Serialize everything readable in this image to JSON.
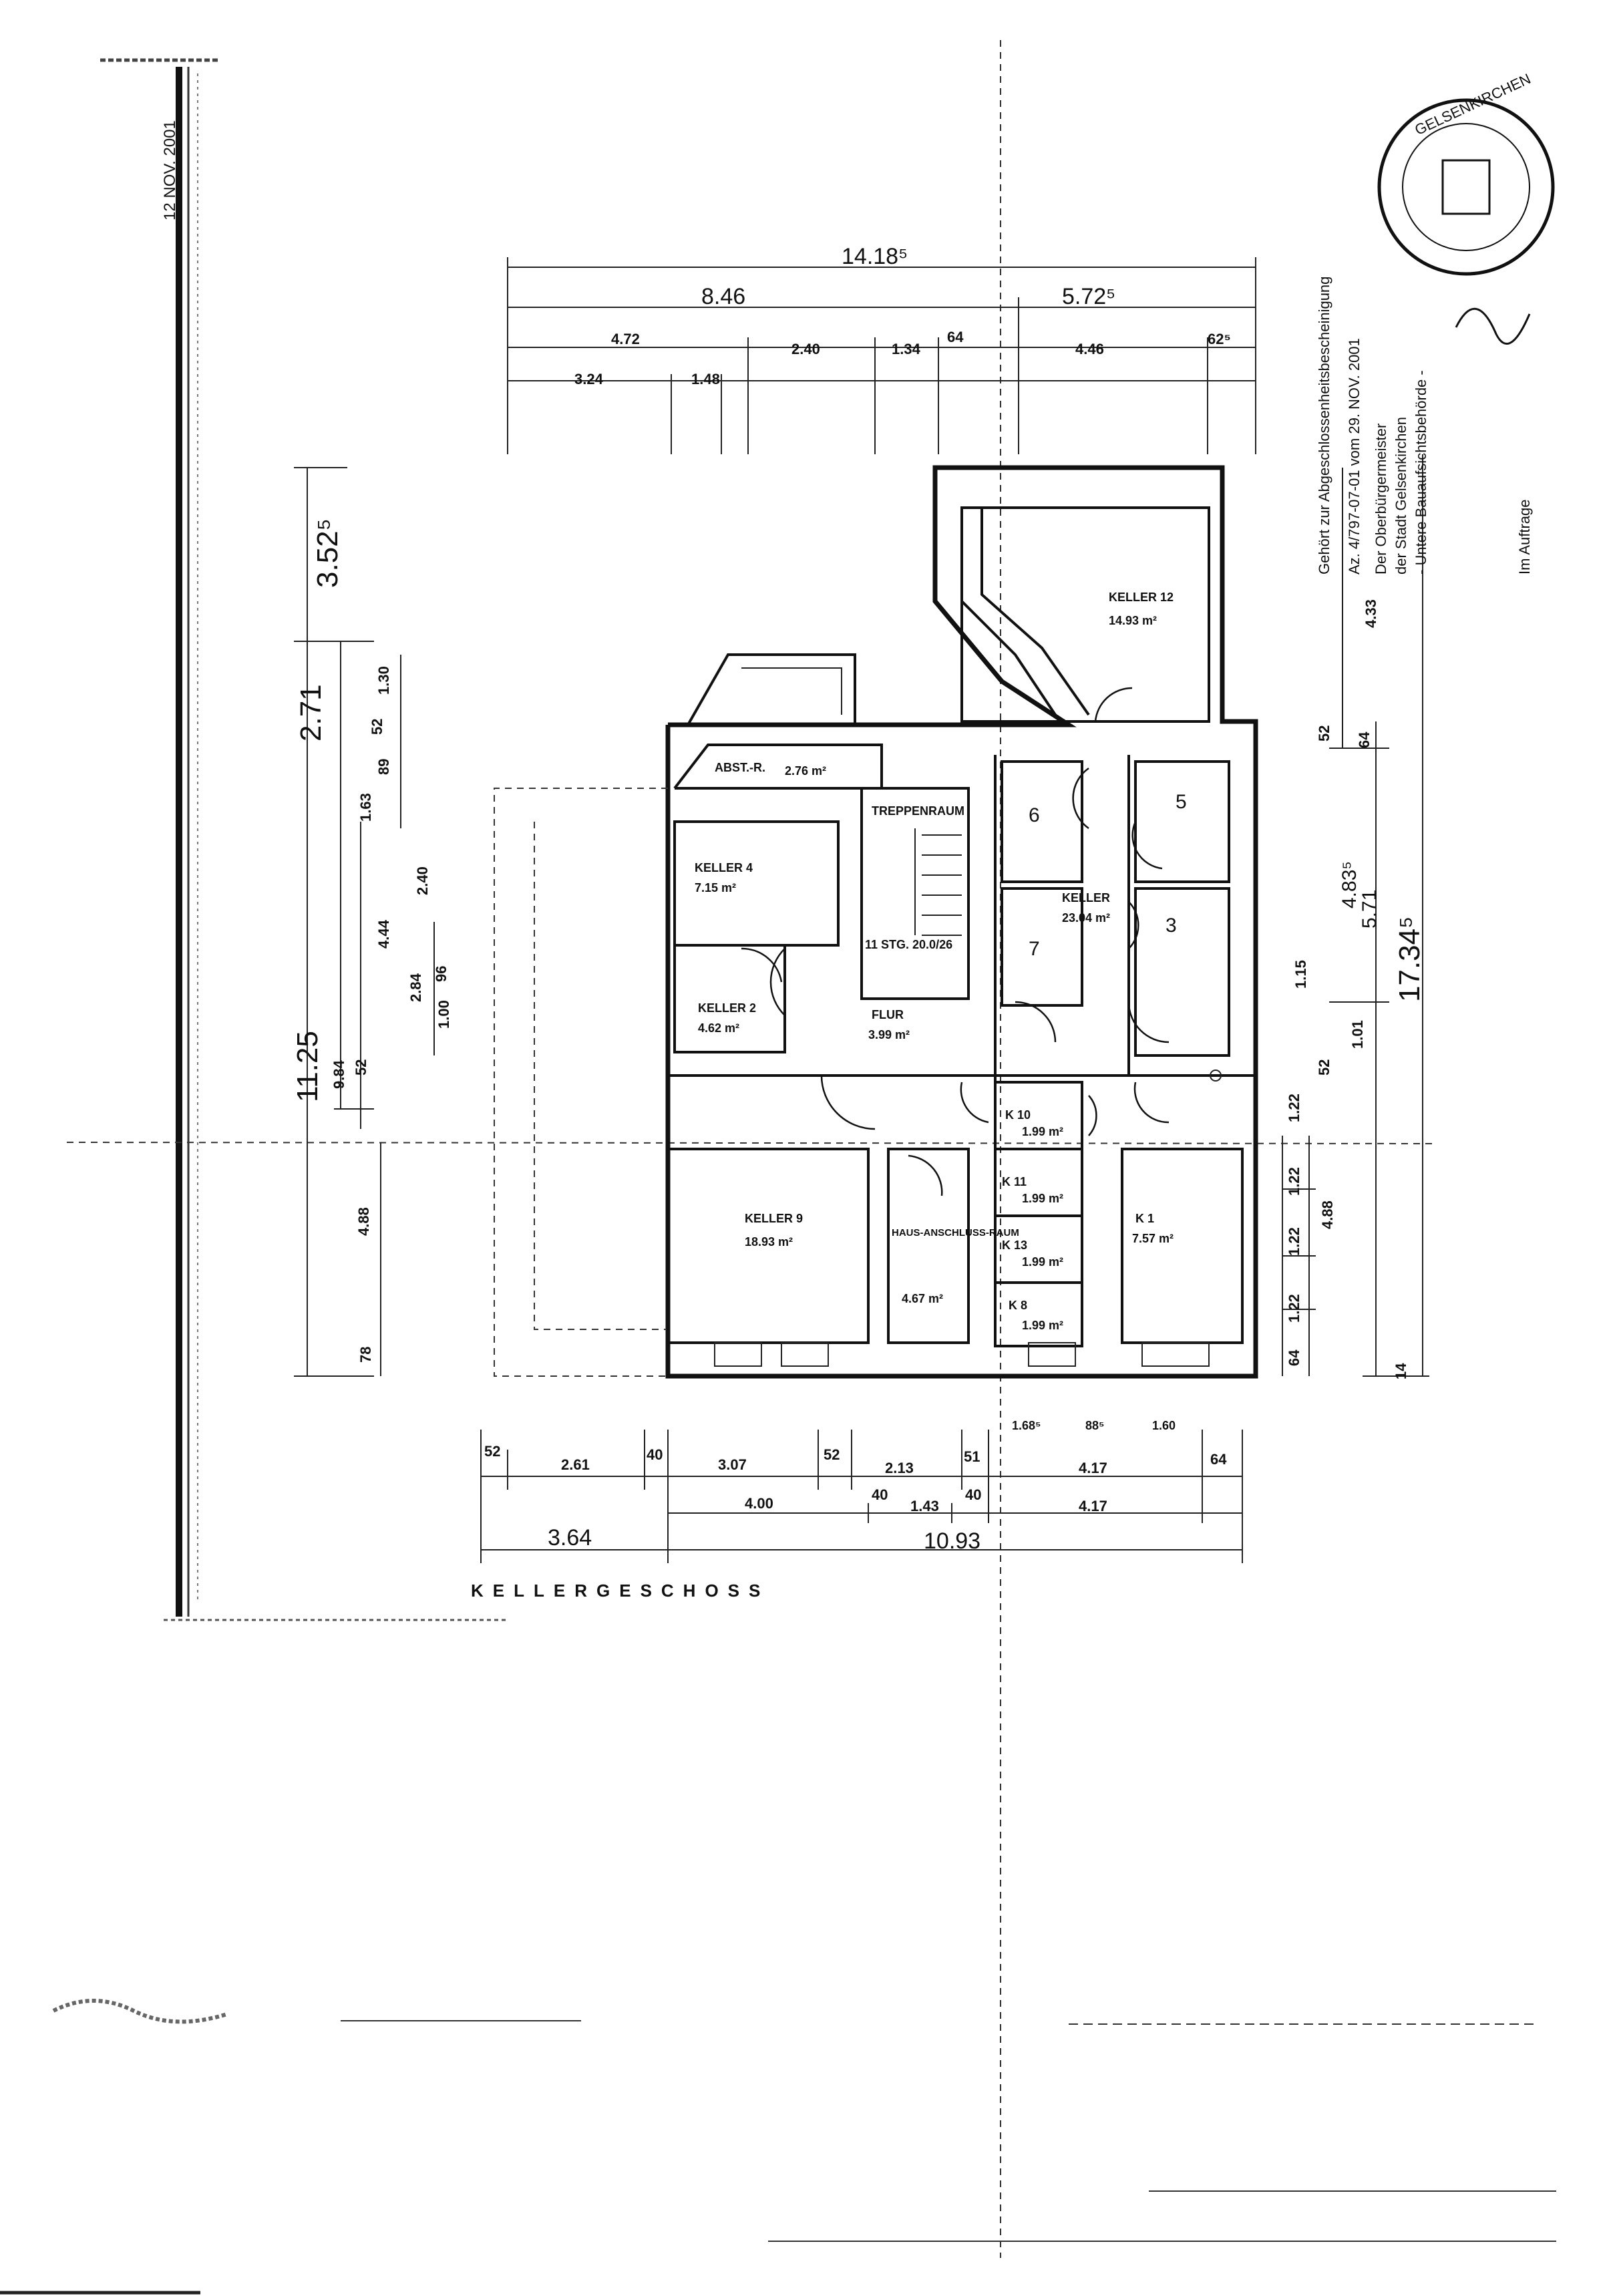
{
  "plan_title": "KELLERGESCHOSS",
  "side_date": "12 NOV. 2001",
  "stamp": {
    "lines": [
      "Gehört zur Abgeschlossenheitsbescheinigung",
      "Az. 4/797-07-01 vom 29. NOV. 2001",
      "Der Oberbürgermeister",
      "der Stadt Gelsenkirchen",
      "- Untere Bauaufsichtsbehörde -",
      "Im Auftrage"
    ],
    "seal_text": "GELSENKIRCHEN"
  },
  "dimensions": {
    "top_total": "14.18⁵",
    "top_left": "8.46",
    "top_right": "5.72⁵",
    "top_row3": [
      "4.72",
      "2.40",
      "1.34",
      "64",
      "4.46",
      "62⁵"
    ],
    "top_row4": [
      "3.24",
      "1.48"
    ],
    "left_total": "11.25",
    "left_upper": "3.52⁵",
    "left_mid": "2.71",
    "left_col3": [
      "1.30",
      "52",
      "89",
      "1.63",
      "4.44",
      "52",
      "9.84"
    ],
    "left_col4": [
      "2.40",
      "2.84",
      "1.00",
      "96"
    ],
    "left_lower": [
      "4.88",
      "78"
    ],
    "right_outer": "17.34⁵",
    "right_mid": [
      "5.71",
      "4.83⁵",
      "4.33",
      "1.01",
      "1.15",
      "52",
      "64",
      "14"
    ],
    "right_inner": [
      "52",
      "1.22",
      "1.22",
      "1.22",
      "1.22",
      "4.88",
      "64"
    ],
    "bottom_row1": [
      "52",
      "2.61",
      "40",
      "3.07",
      "52",
      "2.13",
      "51",
      "1.68⁵",
      "88⁵",
      "1.60",
      "4.17",
      "64"
    ],
    "bottom_row2": [
      "4.00",
      "40",
      "1.43",
      "40",
      "4.17"
    ],
    "bottom_row3": [
      "3.64",
      "10.93"
    ]
  },
  "rooms": [
    {
      "name": "KELLER 12",
      "area": "14.93 m²"
    },
    {
      "name": "ABST.-R.",
      "area": "2.76 m²"
    },
    {
      "name": "TREPPENRAUM",
      "area": ""
    },
    {
      "name": "KELLER 4",
      "area": "7.15 m²"
    },
    {
      "name": "KELLER 2",
      "area": "4.62 m²"
    },
    {
      "name": "FLUR",
      "area": "3.99 m²"
    },
    {
      "name": "11 STG. 20.0/26",
      "area": ""
    },
    {
      "name": "6",
      "area": ""
    },
    {
      "name": "5",
      "area": ""
    },
    {
      "name": "KELLER",
      "area": "23.04 m²"
    },
    {
      "name": "7",
      "area": ""
    },
    {
      "name": "3",
      "area": ""
    },
    {
      "name": "K 10",
      "area": "1.99 m²"
    },
    {
      "name": "K 11",
      "area": "1.99 m²"
    },
    {
      "name": "K 13",
      "area": "1.99 m²"
    },
    {
      "name": "K 8",
      "area": "1.99 m²"
    },
    {
      "name": "KELLER 9",
      "area": "18.93 m²"
    },
    {
      "name": "HAUS-ANSCHLUSS-RAUM",
      "area": "4.67 m²"
    },
    {
      "name": "K 1",
      "area": "7.57 m²"
    }
  ],
  "colors": {
    "ink": "#111111",
    "paper": "#ffffff"
  }
}
